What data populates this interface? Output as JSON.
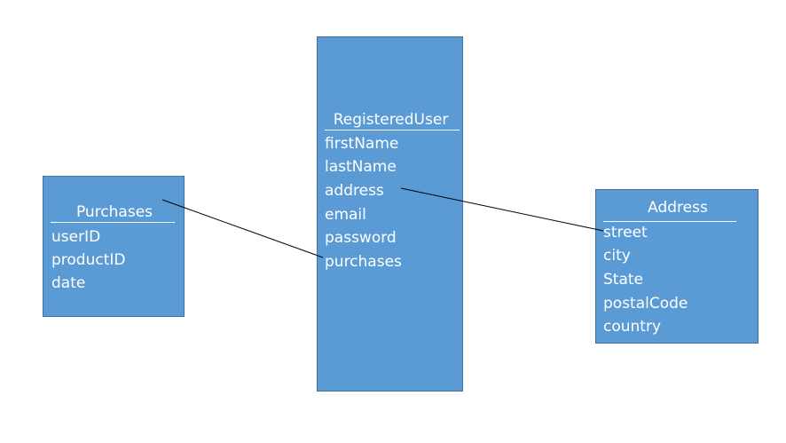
{
  "entities": {
    "registered_user": {
      "title": "RegisteredUser",
      "fields": [
        "firstName",
        "lastName",
        "address",
        "email",
        "password",
        "purchases"
      ]
    },
    "purchases": {
      "title": "Purchases",
      "fields": [
        "userID",
        "productID",
        "date"
      ]
    },
    "address": {
      "title": "Address",
      "fields": [
        "street",
        "city",
        "State",
        "postalCode",
        "country"
      ]
    }
  },
  "colors": {
    "box_fill": "#5b9bd5",
    "box_border": "#41719c",
    "text": "#ffffff",
    "connector": "#000000"
  }
}
